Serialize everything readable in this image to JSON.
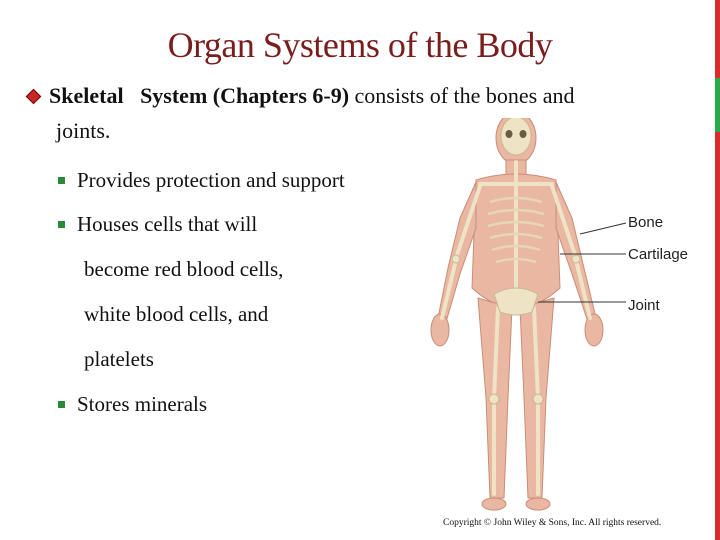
{
  "slide": {
    "title": "Organ Systems of the Body",
    "main_bullet": {
      "term": "Skeletal",
      "detail": "System (Chapters 6-9)",
      "rest": " consists of the bones and",
      "continuation": "joints."
    },
    "sub_bullets": [
      "Provides protection and support",
      "Houses cells that will",
      "Stores minerals"
    ],
    "sub_bullet_continuations": [
      "become red blood cells,",
      "white blood cells, and",
      "platelets"
    ],
    "figure_labels": {
      "bone": "Bone",
      "cartilage": "Cartilage",
      "joint": "Joint"
    },
    "copyright": "Copyright © John Wiley & Sons, Inc. All rights reserved."
  },
  "colors": {
    "title": "#7a1d1d",
    "bullet_diamond": "#c62828",
    "sub_bullet_square": "#2a8a3a",
    "accent_red": "#d92b2b",
    "accent_green": "#2aa84a"
  },
  "icons": {
    "main_bullet": "diamond-bullet-icon",
    "sub_bullet": "square-bullet-icon"
  }
}
